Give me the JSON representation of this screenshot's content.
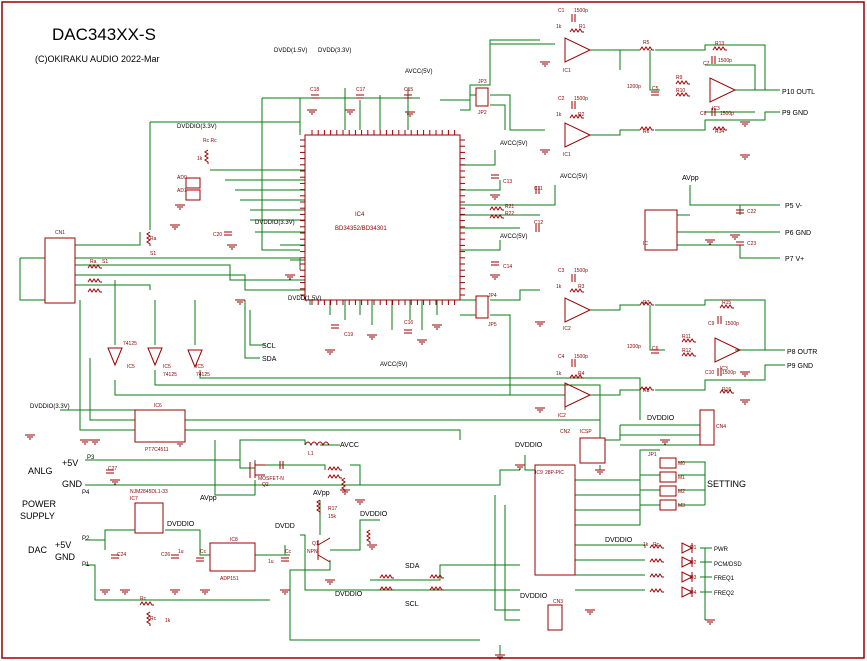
{
  "title": "DAC343XX-S",
  "copyright": "(C)OKIRAKU AUDIO 2022-Mar",
  "ic4": {
    "ref": "IC4",
    "part": "BD34352/BD34301"
  },
  "rails": {
    "dvdd15": "DVDD(1.5V)",
    "dvdd33": "DVDD(3.3V)",
    "avcc": "AVCC(5V)",
    "dvddio33": "DVDDIO(3.3V)",
    "dvddio": "DVDDIO",
    "avcc_short": "AVCC",
    "avpp": "AVpp",
    "dvdd": "DVDD"
  },
  "ports": {
    "p10": "P10 OUTL",
    "p9a": "P9 GND",
    "p5": "P5 V-",
    "p6": "P6 GND",
    "p7": "P7 V+",
    "p8": "P8 OUTR",
    "p9b": "P9 GND",
    "p3": "P3",
    "p4": "P4",
    "p2": "P2",
    "p1": "P1"
  },
  "sections": {
    "anlg": "ANLG",
    "plus5a": "+5V",
    "gnda": "GND",
    "power1": "POWER",
    "power2": "SUPPLY",
    "dac": "DAC",
    "plus5b": "+5V",
    "gndb": "GND",
    "setting": "SETTING"
  },
  "signals": {
    "scl": "SCL",
    "sda": "SDA",
    "sda2": "SDA",
    "scl2": "SCL"
  },
  "leds": [
    "PWR",
    "PCM/DSD",
    "FREQ1",
    "FREQ2"
  ],
  "opamps": {
    "ic1a": "IC1",
    "ic1b": "IC1",
    "ic2a": "IC2",
    "ic2b": "IC2",
    "ic3": "IC3",
    "ic3b": "IC3"
  },
  "parts": {
    "c1": "C1",
    "c1v": "1500p",
    "r1": "R1",
    "r1v": "1k",
    "c2": "C2",
    "c2v": "1500p",
    "r2": "R2",
    "r2v": "1k",
    "r5": "R5",
    "r6": "R6",
    "r9": "R9",
    "r10": "R10",
    "r13": "R13",
    "r14": "R14",
    "c5": "C5",
    "c5v": "1200p",
    "c7": "C7",
    "c7v": "1500p",
    "c8": "C8",
    "c8v": "1500p",
    "c3": "C3",
    "c3v": "1500p",
    "r3": "R3",
    "r3v": "1k",
    "c4": "C4",
    "c4v": "1500p",
    "r4": "R4",
    "r4v": "1k",
    "r7": "R7",
    "r8": "R8",
    "r11": "R11",
    "r12": "R12",
    "r15": "R15",
    "r16": "R16",
    "c6": "C6",
    "c6v": "1200p",
    "c9": "C9",
    "c9v": "1500p",
    "c10": "C10",
    "c10v": "1500p",
    "c11": "C11",
    "c12": "C12",
    "c13": "C13",
    "c14": "C14",
    "c15": "C15",
    "c16": "C16",
    "c17": "C17",
    "c18": "C18",
    "c19": "C19",
    "r21": "R21",
    "r22": "R22",
    "c22": "C22",
    "c23": "C23",
    "jp3": "JP3",
    "jp2": "JP2",
    "jp4": "JP4",
    "jp5": "JP5",
    "ic_reg": "IC",
    "ad0": "AD0",
    "ad1": "AD1",
    "rcrc": "Rc Rc",
    "rc1k": "1k",
    "cn1": "CN1",
    "ra": "Ra",
    "s1": "S1",
    "ic5a": "IC5",
    "ic5b": "IC5",
    "ic5c": "IC5",
    "g74": "74125",
    "ic6": "IC6",
    "ic6p": "PT7C4511",
    "cn4": "CN4",
    "cn2": "CN2",
    "icsp": "ICSP",
    "ic9": "IC9",
    "ic9p": "28P-PIC",
    "l1": "L1",
    "q2": "Q2",
    "q2p": "MOSFET-N",
    "ic7": "IC7",
    "ic7p": "NJM2845DL1-33",
    "ic8": "IC8",
    "ic8p": "ADP151",
    "q1": "Q1",
    "q1p": "NPN",
    "r17": "R17",
    "r17v": "15k",
    "c20": "C20",
    "c24": "C24",
    "c26": "C26",
    "c27": "C27",
    "cc": "Cc",
    "u1": "1u",
    "jp1": "JP1",
    "m0": "M0",
    "m1": "M1",
    "m2": "M2",
    "m3": "M3",
    "cn3": "CN3",
    "d1": "D1",
    "d2": "D2",
    "d3": "D3",
    "d4": "D4",
    "rc": "Rc",
    "k1": "1k"
  }
}
